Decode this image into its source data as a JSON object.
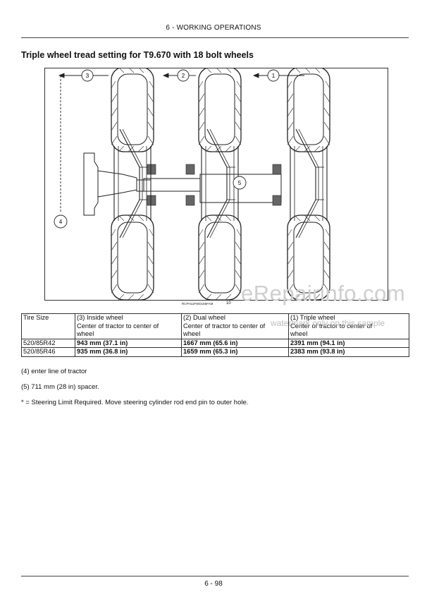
{
  "header": {
    "section": "6 - WORKING OPERATIONS"
  },
  "title": "Triple wheel tread setting for T9.670 with 18 bolt wheels",
  "figure": {
    "callouts": [
      "1",
      "2",
      "3",
      "4",
      "5"
    ],
    "ref": "RCPH11FWD165FAM",
    "number": "10"
  },
  "watermark": {
    "main": "eRepairinfo.com",
    "sub": "watermark only on this sample"
  },
  "table": {
    "header": {
      "tire": "Tire Size",
      "inside": [
        "(3) Inside wheel",
        "Center of tractor to center of",
        "wheel"
      ],
      "dual": [
        "(2) Dual wheel",
        "Center of tractor to center of",
        "wheel"
      ],
      "triple": [
        "(1) Triple wheel",
        "Center of tractor to center of",
        "wheel"
      ]
    },
    "rows": [
      {
        "tire": "520/85R42",
        "inside": "943 mm (37.1 in)",
        "dual": "1667 mm (65.6 in)",
        "triple": "2391 mm (94.1 in)"
      },
      {
        "tire": "520/85R46",
        "inside": "935 mm (36.8 in)",
        "dual": "1659 mm (65.3 in)",
        "triple": "2383 mm (93.8 in)"
      }
    ]
  },
  "notes": {
    "n4": "(4) enter line of tractor",
    "n5": "(5) 711 mm (28 in) spacer.",
    "star": "* = Steering Limit Required. Move steering cylinder rod end pin to outer hole."
  },
  "footer": {
    "page": "6 - 98"
  }
}
